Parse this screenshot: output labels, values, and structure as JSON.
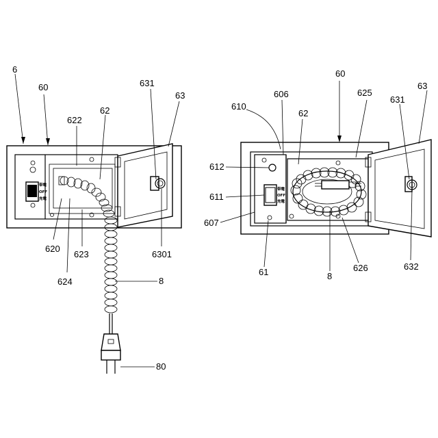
{
  "left_figure": {
    "labels": {
      "l6": "6",
      "l60": "60",
      "l622": "622",
      "l62": "62",
      "l631": "631",
      "l63": "63",
      "l620": "620",
      "l623": "623",
      "l624": "624",
      "l6301": "6301",
      "l8": "8",
      "l80": "80"
    },
    "switch_text": [
      "带電",
      "OFF",
      "充電"
    ]
  },
  "right_figure": {
    "labels": {
      "l60": "60",
      "l606": "606",
      "l625": "625",
      "l63": "63",
      "l610": "610",
      "l62": "62",
      "l631": "631",
      "l612": "612",
      "l611": "611",
      "l607": "607",
      "l61": "61",
      "l8": "8",
      "l626": "626",
      "l632": "632"
    },
    "switch_text": [
      "带電",
      "OFF",
      "充電"
    ]
  }
}
